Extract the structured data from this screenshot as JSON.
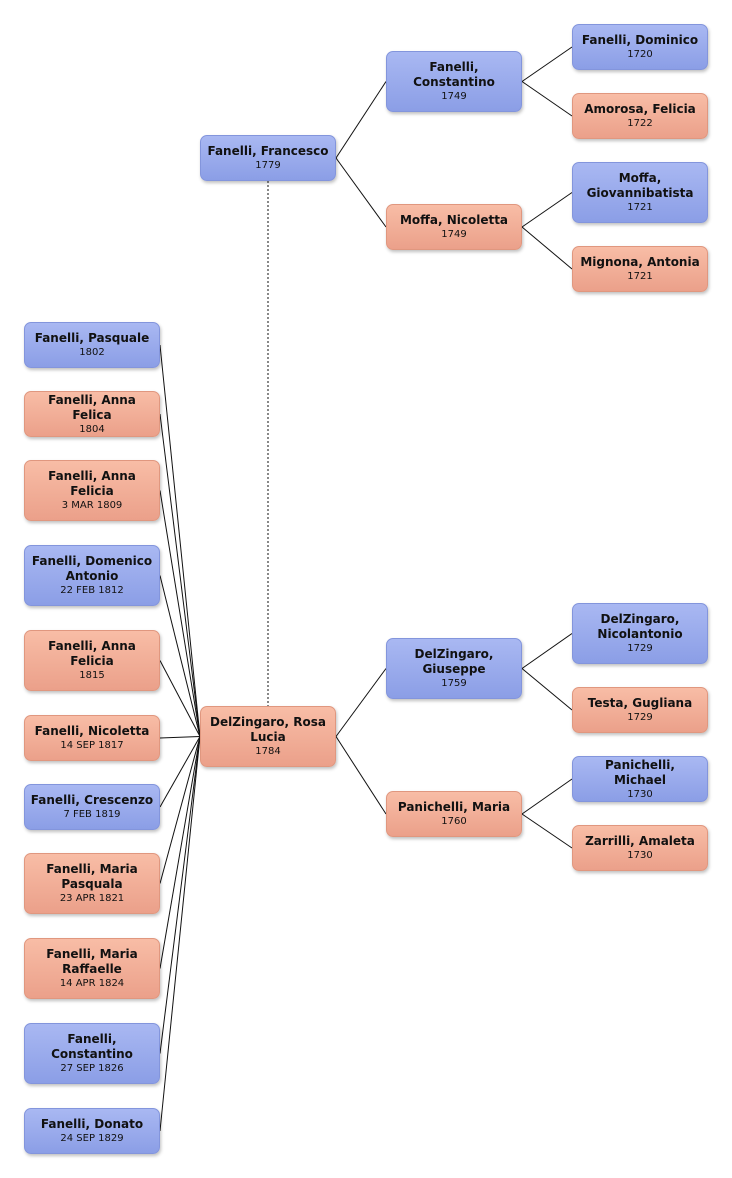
{
  "people": [
    {
      "id": "fanelli-francesco",
      "name": "Fanelli, Francesco",
      "date": "1779",
      "sex": "male"
    },
    {
      "id": "fanelli-constantino-1749",
      "name": "Fanelli, Constantino",
      "date": "1749",
      "sex": "male"
    },
    {
      "id": "moffa-nicoletta",
      "name": "Moffa, Nicoletta",
      "date": "1749",
      "sex": "female"
    },
    {
      "id": "fanelli-dominico",
      "name": "Fanelli, Dominico",
      "date": "1720",
      "sex": "male"
    },
    {
      "id": "amorosa-felicia",
      "name": "Amorosa, Felicia",
      "date": "1722",
      "sex": "female"
    },
    {
      "id": "moffa-giovannibatista",
      "name": "Moffa, Giovannibatista",
      "date": "1721",
      "sex": "male"
    },
    {
      "id": "mignona-antonia",
      "name": "Mignona, Antonia",
      "date": "1721",
      "sex": "female"
    },
    {
      "id": "delzingaro-rosa-lucia",
      "name": "DelZingaro, Rosa Lucia",
      "date": "1784",
      "sex": "female"
    },
    {
      "id": "delzingaro-giuseppe",
      "name": "DelZingaro, Giuseppe",
      "date": "1759",
      "sex": "male"
    },
    {
      "id": "panichelli-maria",
      "name": "Panichelli, Maria",
      "date": "1760",
      "sex": "female"
    },
    {
      "id": "delzingaro-nicolantonio",
      "name": "DelZingaro, Nicolantonio",
      "date": "1729",
      "sex": "male"
    },
    {
      "id": "testa-gugliana",
      "name": "Testa, Gugliana",
      "date": "1729",
      "sex": "female"
    },
    {
      "id": "panichelli-michael",
      "name": "Panichelli, Michael",
      "date": "1730",
      "sex": "male"
    },
    {
      "id": "zarrilli-amaleta",
      "name": "Zarrilli, Amaleta",
      "date": "1730",
      "sex": "female"
    },
    {
      "id": "fanelli-pasquale",
      "name": "Fanelli, Pasquale",
      "date": "1802",
      "sex": "male"
    },
    {
      "id": "fanelli-anna-felica",
      "name": "Fanelli, Anna Felica",
      "date": "1804",
      "sex": "female"
    },
    {
      "id": "fanelli-anna-felicia-1809",
      "name": "Fanelli, Anna Felicia",
      "date": "3 MAR 1809",
      "sex": "female"
    },
    {
      "id": "fanelli-domenico-antonio",
      "name": "Fanelli, Domenico Antonio",
      "date": "22 FEB 1812",
      "sex": "male"
    },
    {
      "id": "fanelli-anna-felicia-1815",
      "name": "Fanelli, Anna Felicia",
      "date": "1815",
      "sex": "female"
    },
    {
      "id": "fanelli-nicoletta",
      "name": "Fanelli, Nicoletta",
      "date": "14 SEP 1817",
      "sex": "female"
    },
    {
      "id": "fanelli-crescenzo",
      "name": "Fanelli, Crescenzo",
      "date": "7 FEB 1819",
      "sex": "male"
    },
    {
      "id": "fanelli-maria-pasquala",
      "name": "Fanelli, Maria Pasquala",
      "date": "23 APR 1821",
      "sex": "female"
    },
    {
      "id": "fanelli-maria-raffaelle",
      "name": "Fanelli, Maria Raffaelle",
      "date": "14 APR 1824",
      "sex": "female"
    },
    {
      "id": "fanelli-constantino-1826",
      "name": "Fanelli, Constantino",
      "date": "27 SEP 1826",
      "sex": "male"
    },
    {
      "id": "fanelli-donato",
      "name": "Fanelli, Donato",
      "date": "24 SEP 1829",
      "sex": "male"
    }
  ],
  "parent_links": [
    {
      "child": "fanelli-francesco",
      "parents": [
        "fanelli-constantino-1749",
        "moffa-nicoletta"
      ]
    },
    {
      "child": "fanelli-constantino-1749",
      "parents": [
        "fanelli-dominico",
        "amorosa-felicia"
      ]
    },
    {
      "child": "moffa-nicoletta",
      "parents": [
        "moffa-giovannibatista",
        "mignona-antonia"
      ]
    },
    {
      "child": "delzingaro-rosa-lucia",
      "parents": [
        "delzingaro-giuseppe",
        "panichelli-maria"
      ]
    },
    {
      "child": "delzingaro-giuseppe",
      "parents": [
        "delzingaro-nicolantonio",
        "testa-gugliana"
      ]
    },
    {
      "child": "panichelli-maria",
      "parents": [
        "panichelli-michael",
        "zarrilli-amaleta"
      ]
    }
  ],
  "marriage": {
    "spouse_a": "fanelli-francesco",
    "spouse_b": "delzingaro-rosa-lucia"
  },
  "children_of": "delzingaro-rosa-lucia",
  "children": [
    "fanelli-pasquale",
    "fanelli-anna-felica",
    "fanelli-anna-felicia-1809",
    "fanelli-domenico-antonio",
    "fanelli-anna-felicia-1815",
    "fanelli-nicoletta",
    "fanelli-crescenzo",
    "fanelli-maria-pasquala",
    "fanelli-maria-raffaelle",
    "fanelli-constantino-1826",
    "fanelli-donato"
  ],
  "colors": {
    "male": "#98a9ec",
    "female": "#f2ae96",
    "line": "#111111"
  }
}
